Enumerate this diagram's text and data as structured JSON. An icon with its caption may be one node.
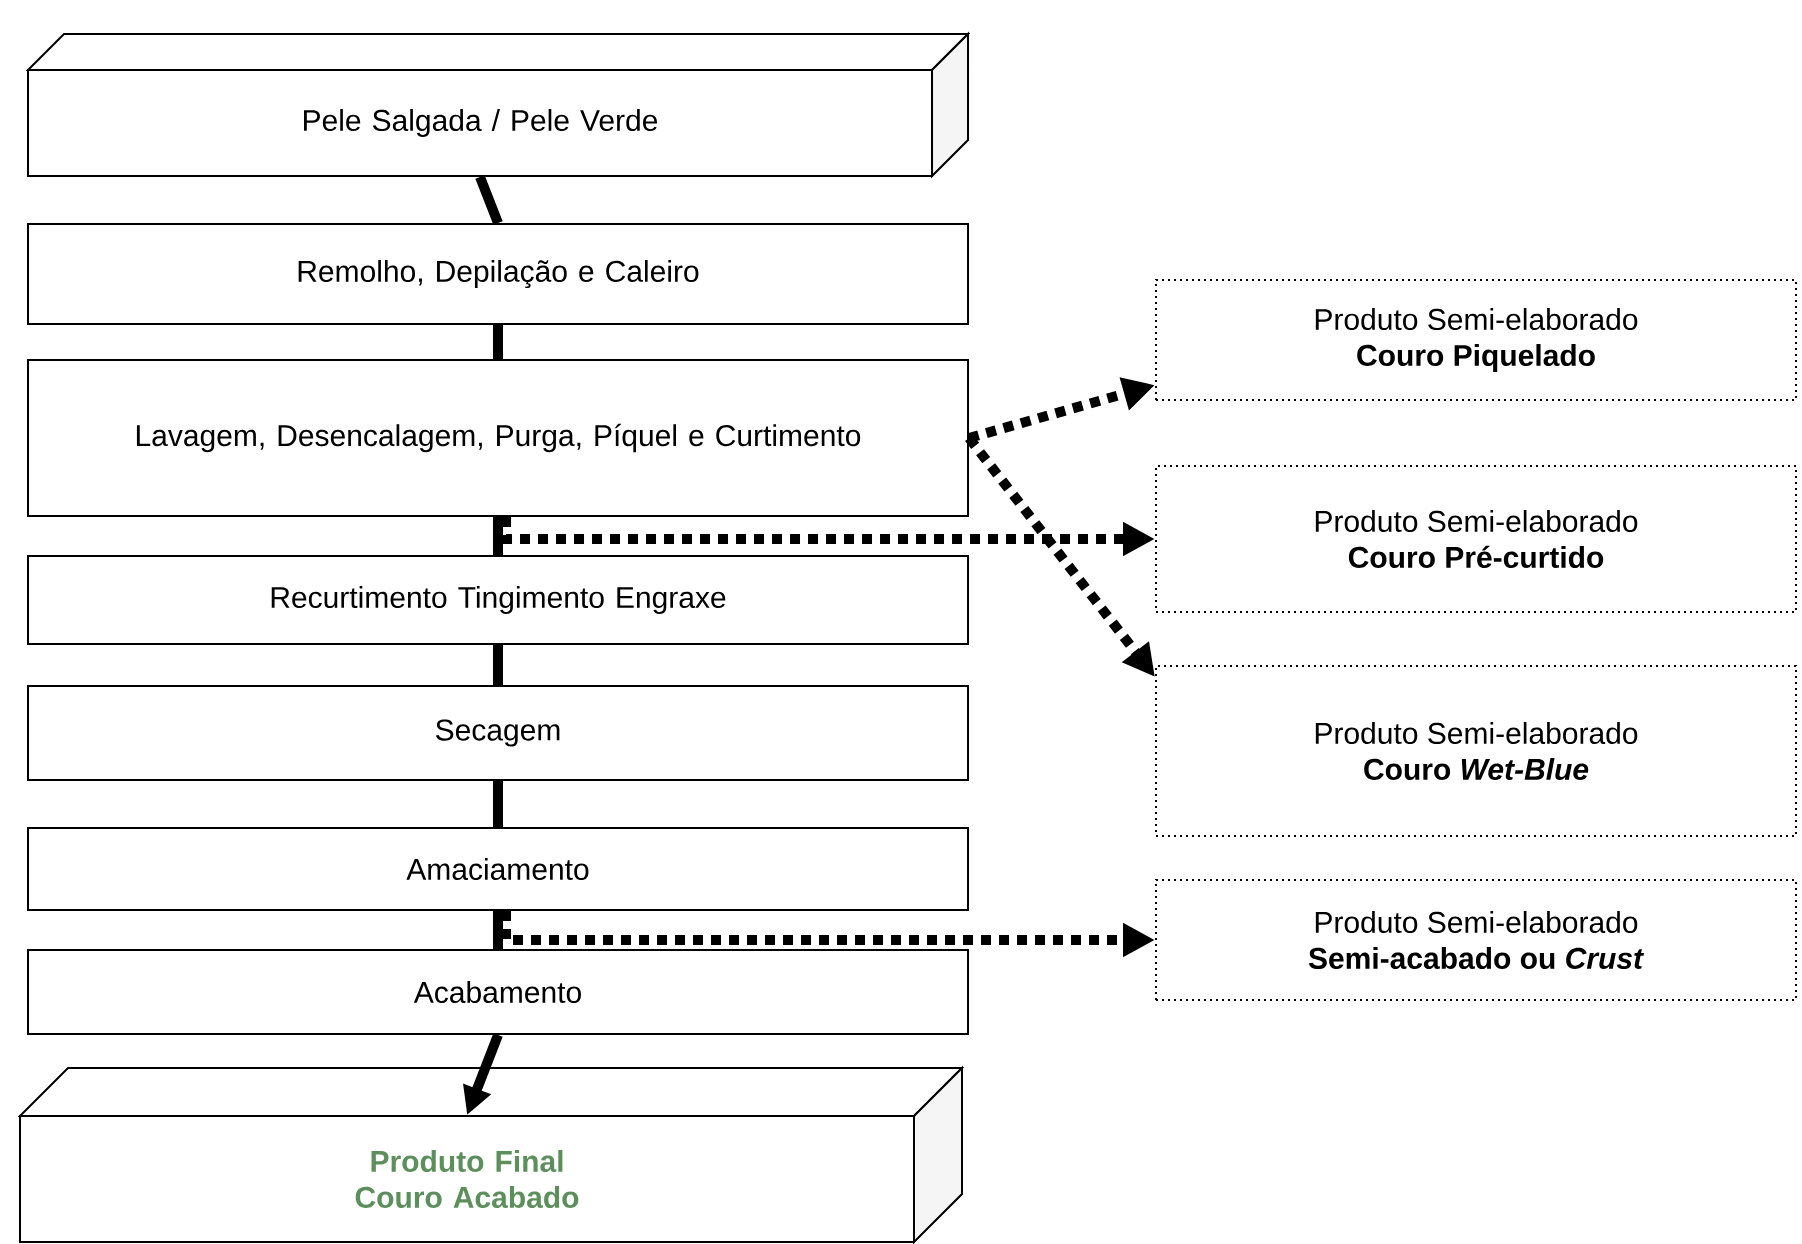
{
  "diagram": {
    "nodes": [
      {
        "text": [
          "Pele Salgada / Pele Verde"
        ]
      },
      {
        "text": [
          "Remolho, Depilação e Caleiro"
        ]
      },
      {
        "text": [
          "Lavagem, Desencalagem, Purga, Píquel e Curtimento"
        ]
      },
      {
        "text": [
          "Recurtimento Tingimento Engraxe"
        ]
      },
      {
        "text": [
          "Secagem"
        ]
      },
      {
        "text": [
          "Amaciamento"
        ]
      },
      {
        "text": [
          "Acabamento"
        ]
      },
      {
        "text": [
          "Produto Final Couro Acabado"
        ]
      },
      {
        "text": [
          "Produto Semi-elaborado",
          "Couro Piquelado"
        ]
      },
      {
        "text": [
          "Produto Semi-elaborado",
          "Couro Pré-curtido"
        ]
      },
      {
        "text": [
          "Produto Semi-elaborado",
          "Couro *Wet-Blue*"
        ]
      },
      {
        "text": [
          "Produto Semi-elaborado",
          "Semi-acabado ou *Crust*"
        ]
      }
    ],
    "edges": [
      {
        "from": 0,
        "to": 1,
        "arrow": "none"
      },
      {
        "from": 1,
        "to": 2,
        "arrow": "none"
      },
      {
        "from": 2,
        "to": 3,
        "arrow": "none"
      },
      {
        "from": 3,
        "to": 4,
        "arrow": "none"
      },
      {
        "from": 4,
        "to": 5,
        "arrow": "none"
      },
      {
        "from": 5,
        "to": 6,
        "arrow": "none"
      },
      {
        "from": 6,
        "to": 7,
        "arrow": "to"
      },
      {
        "from": 2,
        "to": 8,
        "arrow": "to",
        "style": "dashed"
      },
      {
        "from": 2,
        "to": 9,
        "arrow": "to",
        "style": "dashed"
      },
      {
        "from": 2,
        "to": 10,
        "arrow": "to",
        "style": "dashed"
      },
      {
        "from": 5,
        "to": 11,
        "arrow": "to",
        "style": "dashed"
      }
    ]
  }
}
